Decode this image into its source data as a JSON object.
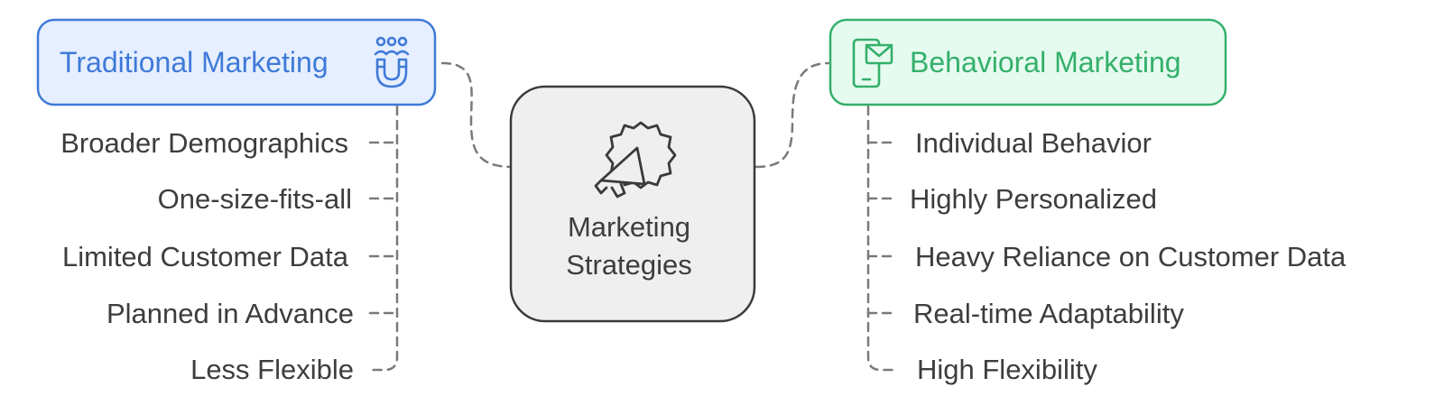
{
  "center": {
    "label_line1": "Marketing",
    "label_line2": "Strategies",
    "icon": "megaphone-badge-icon"
  },
  "traditional": {
    "title": "Traditional Marketing",
    "icon": "people-magnet-icon",
    "color": "#3f7ad8",
    "fill": "#e6efff",
    "items": [
      "Broader Demographics",
      "One-size-fits-all",
      "Limited Customer Data",
      "Planned in Advance",
      "Less Flexible"
    ]
  },
  "behavioral": {
    "title": "Behavioral Marketing",
    "icon": "phone-mail-icon",
    "color": "#34b06b",
    "fill": "#e6fbef",
    "items": [
      "Individual Behavior",
      "Highly Personalized",
      "Heavy Reliance on Customer Data",
      "Real-time Adaptability",
      "High Flexibility"
    ]
  }
}
